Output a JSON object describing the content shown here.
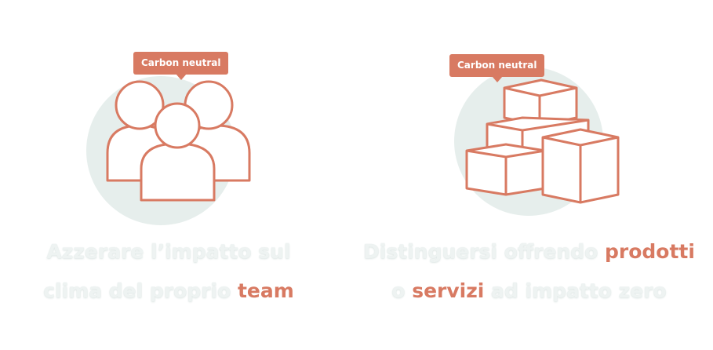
{
  "cards": [
    {
      "badge": "Carbon neutral",
      "line1": "Azzerare l’impatto sul",
      "line2_plain": "clima del proprio ",
      "line2_accent": "team",
      "icon": "people-group-icon"
    },
    {
      "badge": "Carbon neutral",
      "line1_plain": "Distinguersi offrendo ",
      "line1_accent": "prodotti",
      "line2_plain1": "o ",
      "line2_accent": "servizi",
      "line2_plain2": " ad impatto zero",
      "icon": "boxes-stack-icon"
    }
  ],
  "colors": {
    "accent": "#d87a62",
    "circle": "#e6eeec",
    "caption_light": "#eef3f2"
  }
}
